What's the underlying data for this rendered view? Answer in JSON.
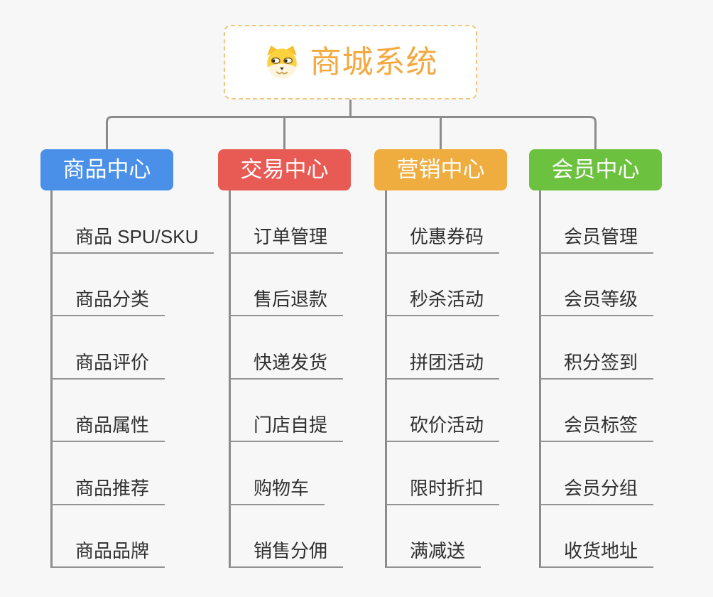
{
  "root": {
    "label": "商城系统",
    "icon": "doge-icon",
    "text_color": "#f3a93f",
    "border_color": "#efc782"
  },
  "branches": [
    {
      "label": "商品中心",
      "color": "#4a90e8",
      "items": [
        "商品 SPU/SKU",
        "商品分类",
        "商品评价",
        "商品属性",
        "商品推荐",
        "商品品牌"
      ]
    },
    {
      "label": "交易中心",
      "color": "#e85b55",
      "items": [
        "订单管理",
        "售后退款",
        "快递发货",
        "门店自提",
        "购物车",
        "销售分佣"
      ]
    },
    {
      "label": "营销中心",
      "color": "#efac3f",
      "items": [
        "优惠券码",
        "秒杀活动",
        "拼团活动",
        "砍价活动",
        "限时折扣",
        "满减送"
      ]
    },
    {
      "label": "会员中心",
      "color": "#6cc13f",
      "items": [
        "会员管理",
        "会员等级",
        "积分签到",
        "会员标签",
        "会员分组",
        "收货地址"
      ]
    }
  ],
  "colors": {
    "background": "#f7f7f7",
    "connector": "#8c8c8c",
    "underline": "#939393",
    "subtopic_text": "#303030"
  }
}
